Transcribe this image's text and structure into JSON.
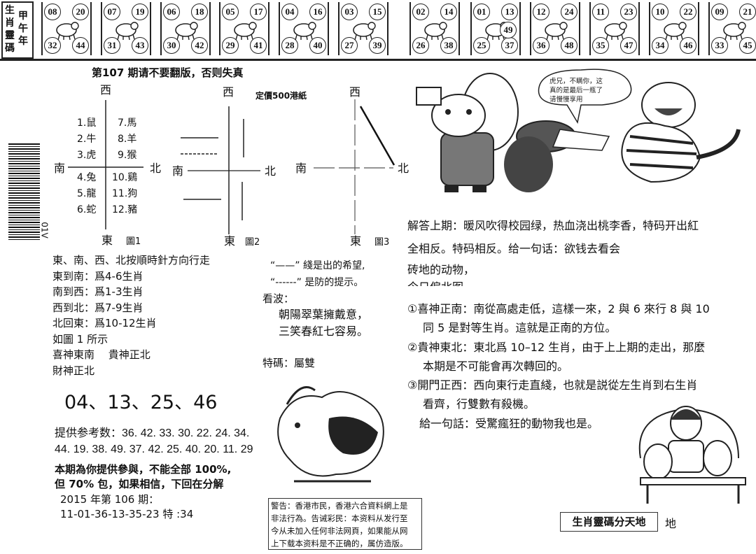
{
  "header": {
    "label_left": "生肖靈碼",
    "label_right": "甲午年",
    "zodiac_cards": [
      {
        "animal": "rat",
        "numbers": [
          "08",
          "20",
          "32",
          "44"
        ]
      },
      {
        "animal": "ox",
        "numbers": [
          "07",
          "19",
          "31",
          "43"
        ]
      },
      {
        "animal": "tiger",
        "numbers": [
          "06",
          "18",
          "30",
          "42"
        ]
      },
      {
        "animal": "rabbit",
        "numbers": [
          "05",
          "17",
          "29",
          "41"
        ]
      },
      {
        "animal": "dragon",
        "numbers": [
          "04",
          "16",
          "28",
          "40"
        ]
      },
      {
        "animal": "snake",
        "numbers": [
          "03",
          "15",
          "27",
          "39"
        ]
      },
      {
        "animal": "horse",
        "numbers": [
          "02",
          "14",
          "26",
          "38"
        ]
      },
      {
        "animal": "sheep",
        "numbers": [
          "01",
          "13",
          "25",
          "37"
        ],
        "extra": "49"
      },
      {
        "animal": "monkey",
        "numbers": [
          "12",
          "24",
          "36",
          "48"
        ]
      },
      {
        "animal": "rooster",
        "numbers": [
          "11",
          "23",
          "35",
          "47"
        ]
      },
      {
        "animal": "dog",
        "numbers": [
          "10",
          "22",
          "34",
          "46"
        ]
      },
      {
        "animal": "pig",
        "numbers": [
          "09",
          "21",
          "33",
          "45"
        ]
      }
    ]
  },
  "issue_notice": "第107 期请不要翻版，否则失真",
  "price": "定價500港紙",
  "compass": {
    "west": "西",
    "east": "東",
    "south": "南",
    "north": "北",
    "fig1": "圖1",
    "fig2": "圖2",
    "fig3": "圖3",
    "zodiac_list": [
      "1.鼠",
      "2.牛",
      "3.虎",
      "4.兔",
      "5.龍",
      "6.蛇",
      "7.馬",
      "8.羊",
      "9.猴",
      "10.鷄",
      "11.狗",
      "12.豬"
    ]
  },
  "barcode_text": "01V",
  "left_text": [
    "東、南、西、北按順時針方向行走",
    "東到南：爲4-6生肖",
    "南到西：爲1-3生肖",
    "西到北：爲7-9生肖",
    "北回東：爲10-12生肖",
    "如圖 1 所示",
    "喜神東南　 貴神正北",
    "財神正北"
  ],
  "picks": "04、13、25、46",
  "reference": {
    "line1": "提供参考数：36. 42. 33. 30. 22. 24. 34.",
    "line2": "44. 19. 38. 49. 37. 42. 25. 40. 20. 11. 29"
  },
  "promise": [
    "本期為你提供參與，不能全部 100%,",
    "但 70% 包，如果相信，下回在分解"
  ],
  "last_result": {
    "title": "2015 年第 106 期：",
    "numbers": "11-01-36-13-35-23 特 :34"
  },
  "legend": {
    "solid": "“——” 綫是出的希望,",
    "dashed": "“------” 是防的提示。"
  },
  "poem": {
    "title": "看波：",
    "line1": "朝陽翠葉擁戴意，",
    "line2": "三笑春紅七容易。"
  },
  "special": "特碼：屬雙",
  "warning": [
    "警告：香港市民，香港六合資料網上是",
    "非法行為。告诫彩民：本资料从发行至",
    "今从未加入任何非法网頁，如果能从网",
    "上下载本资料是不正确的，属仿造版。"
  ],
  "speech_bubble": [
    "虎兄，不瞒你，这",
    "真的是最后一瓶了",
    "请慢慢享用"
  ],
  "answer": [
    "解答上期：暖风吹得校园绿，热血浇出桃李香，特码开出紅",
    "全相反。特码相反。给一句话：欲钱去看会",
    "砖地的动物，",
    "今日偏北图"
  ],
  "analysis": [
    "①喜神正南：南從高處走低，這樣一來，2 與 6 來行 8 與 10",
    "同 5 是對等生肖。這就是正南的方位。",
    "②貴神東北：東北爲 10–12 生肖，由于上上期的走出，那麼",
    "本期是不可能會再次轉回的。",
    "③開門正西：西向東行走直綫，也就是説從左生肖到右生肖",
    "看齊，行雙數有殺機。",
    "給一句話：受驚瘋狂的動物我也是。"
  ],
  "footer_tag": "生肖靈碼分天地",
  "footer_tag_extra": "地"
}
